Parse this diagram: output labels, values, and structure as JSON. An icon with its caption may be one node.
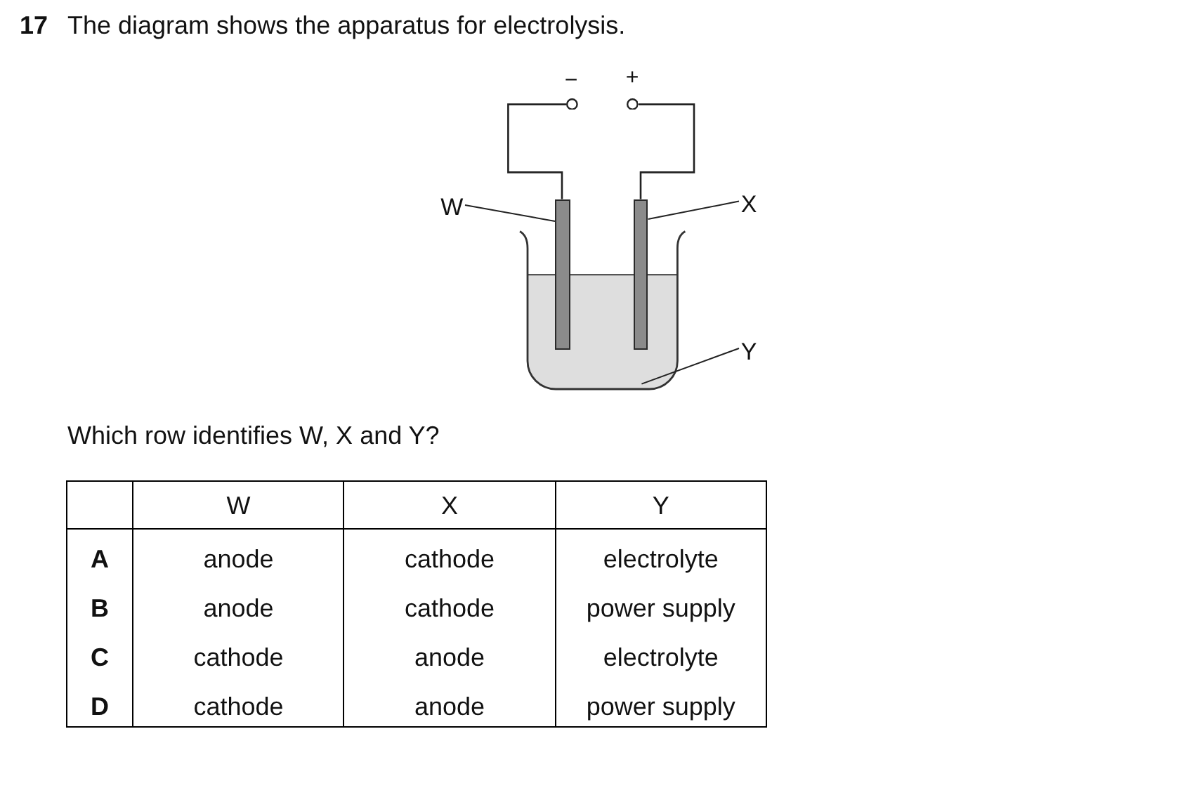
{
  "diagram": {
    "title": "The diagram shows the apparatus for electrolysis.",
    "nodes": [
      {
        "text": [],
        "shape": "circle",
        "beside": [
          "−"
        ]
      },
      {
        "text": [],
        "shape": "circle",
        "beside": [
          "+"
        ]
      },
      {
        "text": [
          "W"
        ]
      },
      {
        "text": [],
        "shape": "bar"
      },
      {
        "text": [],
        "shape": "bar"
      },
      {
        "text": [
          "X"
        ]
      },
      {
        "text": [],
        "shape": "box"
      },
      {
        "text": [
          "Y"
        ]
      }
    ],
    "edges": [
      {
        "from": 0,
        "to": 3,
        "arrow": "none"
      },
      {
        "from": 1,
        "to": 4,
        "arrow": "none"
      },
      {
        "from": 2,
        "to": 3,
        "arrow": "none"
      },
      {
        "from": 5,
        "to": 4,
        "arrow": "none"
      },
      {
        "from": 7,
        "to": 6,
        "arrow": "none"
      }
    ],
    "labels": [
      "17",
      "Which row identifies W, X and Y?",
      "W",
      "X",
      "Y",
      "A",
      "anode",
      "cathode",
      "electrolyte",
      "B",
      "anode",
      "cathode",
      "power supply",
      "C",
      "cathode",
      "anode",
      "electrolyte",
      "D",
      "cathode",
      "anode",
      "power supply"
    ]
  }
}
